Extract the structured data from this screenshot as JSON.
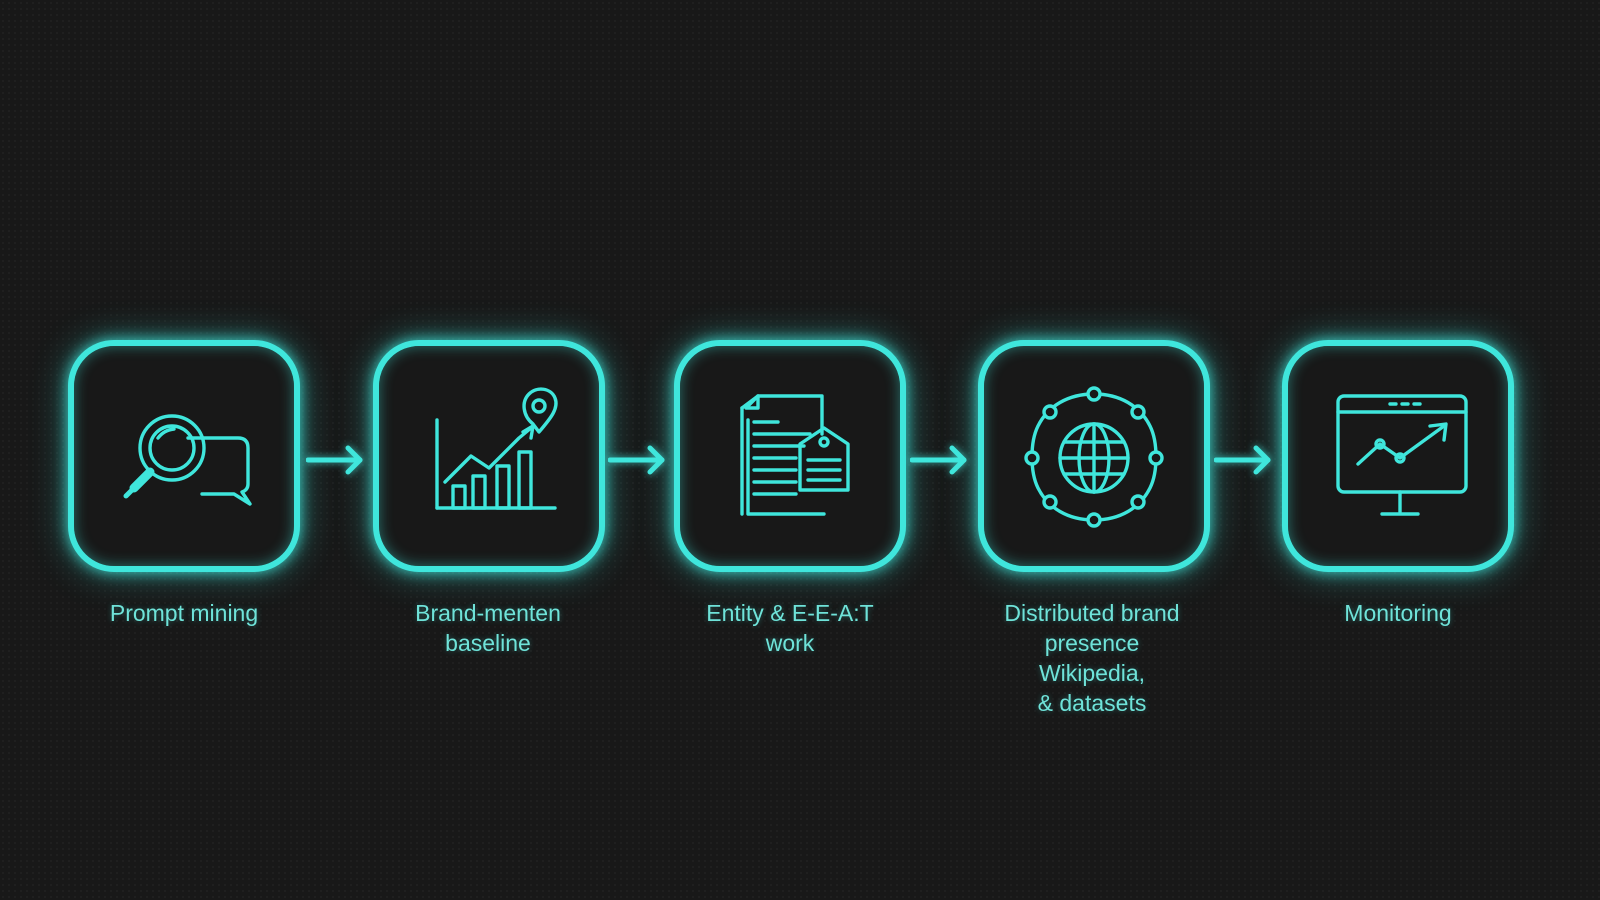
{
  "steps": [
    {
      "icon": "magnifier-chat-icon",
      "label_lines": [
        "Prompt mining"
      ]
    },
    {
      "icon": "growth-chart-pin-icon",
      "label_lines": [
        "Brand-menten",
        "baseline"
      ]
    },
    {
      "icon": "document-tag-icon",
      "label_lines": [
        "Entity & E-E-A:T",
        "work"
      ]
    },
    {
      "icon": "globe-network-icon",
      "label_lines": [
        "Distributed brand",
        "presence",
        "Wikipedia,",
        "& datasets"
      ]
    },
    {
      "icon": "monitor-trend-icon",
      "label_lines": [
        "Monitoring"
      ]
    }
  ],
  "colors": {
    "accent": "#3fe6dc",
    "label_text": "#6fe3d9",
    "background": "#181818"
  }
}
